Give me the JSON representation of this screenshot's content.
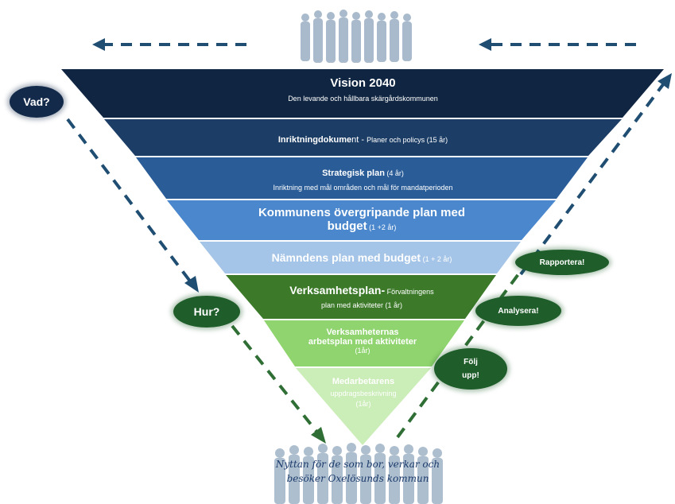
{
  "levels": [
    {
      "title": "Vision  2040",
      "subtitle": "Den levande och hållbara skärgårdskommunen",
      "color": "#0f2541"
    },
    {
      "title_bold": "Inriktningdokume",
      "title_rest": "nt - ",
      "small": "Planer och policys (15 år)",
      "color": "#1c3e66"
    },
    {
      "title": "Strategisk plan",
      "title_suffix": " (4 år)",
      "subtitle": "Inriktning med mål områden och mål för mandatperioden",
      "color": "#2a5d98"
    },
    {
      "title_line1": "Kommunens övergripande plan med",
      "title_line2": "budget",
      "suffix": " (1 +2 år)",
      "color": "#4a87cc"
    },
    {
      "title": "Nämndens plan med budget",
      "suffix": " (1 + 2 år)",
      "color": "#a5c5e8"
    },
    {
      "title": "Verksamhetsplan-",
      "title_small": " Förvaltningens",
      "line2": "plan med aktiviteter (1 år)",
      "color": "#3c7a2a"
    },
    {
      "title_line1": "Verksamheternas",
      "title_line2": "arbetsplan med aktiviteter",
      "line3": "(1år)",
      "color": "#8fd46e"
    },
    {
      "title": "Medarbetarens",
      "line2": "uppdragsbeskrivning",
      "line3": "(1år)",
      "color": "#cbedb8"
    }
  ],
  "bubbles": {
    "vad": "Vad?",
    "hur": "Hur?",
    "rapportera": "Rapportera!",
    "analysera": "Analysera!",
    "folj_line1": "Följ",
    "folj_line2": "upp!"
  },
  "footer": {
    "line1": "Nyttan för de som bor, verkar och",
    "line2": "besöker Oxelösunds kommun"
  },
  "colors": {
    "arrow_navy": "#1f4e72",
    "arrow_green": "#2f6e34",
    "crowd": "#9fb3c7"
  }
}
